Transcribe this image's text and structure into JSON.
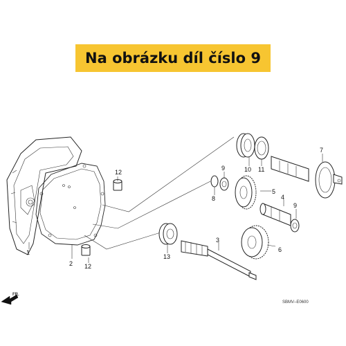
{
  "banner": {
    "text": "Na obrázku díl číslo 9",
    "color": "#f7c531"
  },
  "callouts": {
    "c1": "1",
    "c2": "2",
    "c3": "3",
    "c4": "4",
    "c5": "5",
    "c6": "6",
    "c7": "7",
    "c8": "8",
    "c9a": "9",
    "c9b": "9",
    "c10": "10",
    "c11": "11",
    "c12a": "12",
    "c12b": "12",
    "c13": "13"
  },
  "front_marker": "FR.",
  "diagram_code": "SBMV–E0600"
}
